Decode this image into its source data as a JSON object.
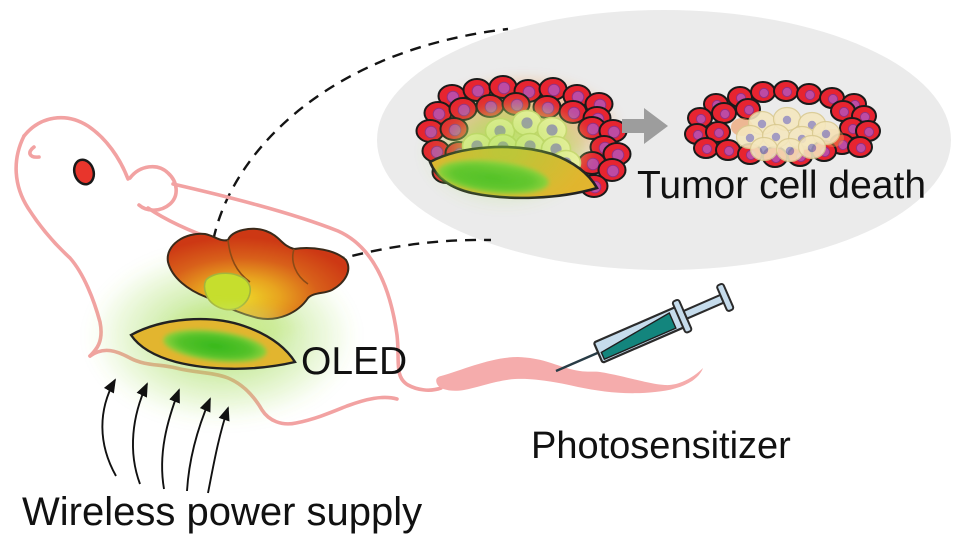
{
  "labels": {
    "oled": "OLED",
    "wireless_power": "Wireless power supply",
    "photosensitizer": "Photosensitizer",
    "tumor_cell_death": "Tumor cell death"
  },
  "colors": {
    "background": "#ffffff",
    "inset_bg": "#ebebeb",
    "mouse_outline": "#f2a2a2",
    "tail_fill": "#f5acac",
    "eye_red": "#e8352c",
    "tumor_red": "#cd3814",
    "tumor_center_green": "#c6de2d",
    "oled_body": "#e2b52f",
    "oled_green": "#3fbb20",
    "glow_green": "#8dd442",
    "cell_red": "#e72430",
    "cell_nucleus_purple": "#bd4ba3",
    "glowing_cell": "#edf2a4",
    "glowing_cell_nucleus": "#9b92bb",
    "dead_cell": "#f5e7be",
    "dead_cell_nucleus": "#9a90bd",
    "transition_arrow_gray": "#9d9d9d",
    "syringe_body_blue": "#c6dcec",
    "syringe_liquid_teal": "#13857d",
    "text": "#111111"
  }
}
